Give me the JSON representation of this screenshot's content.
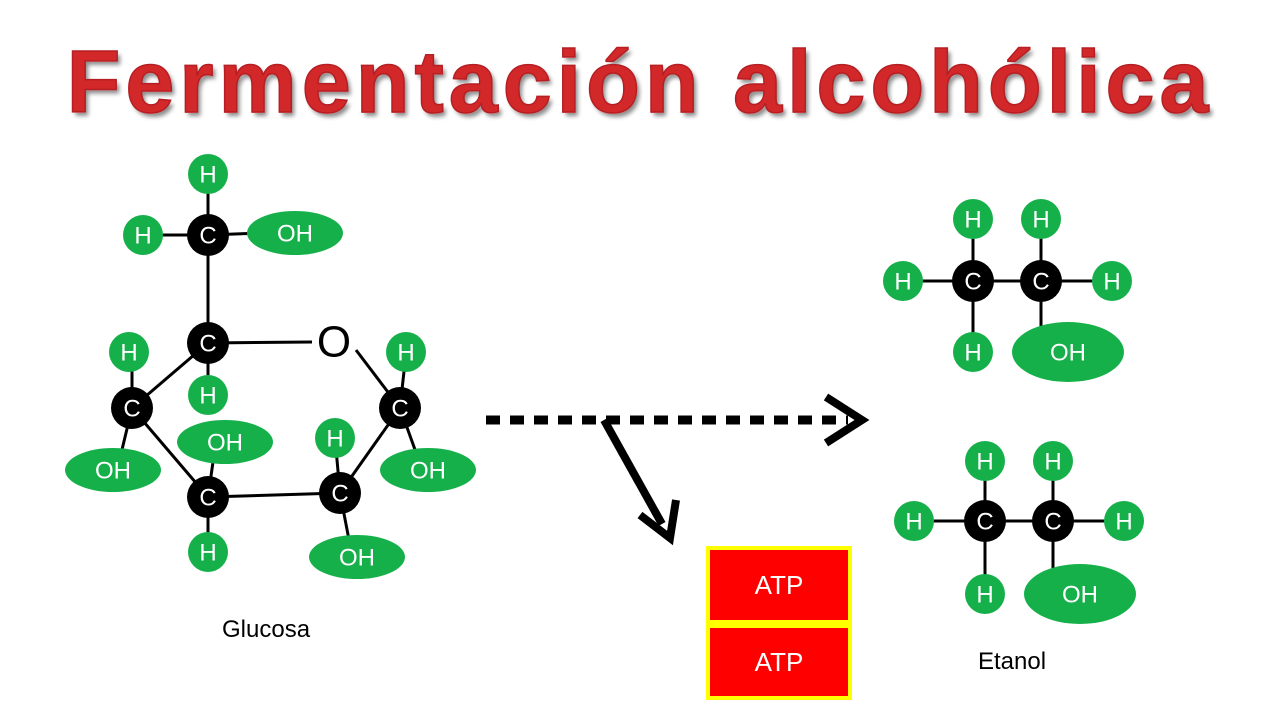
{
  "title": "Fermentación alcohólica",
  "labels": {
    "glucose": "Glucosa",
    "ethanol": "Etanol"
  },
  "atp": [
    "ATP",
    "ATP"
  ],
  "colors": {
    "title": "#d2282a",
    "hydrogen": "#16b04b",
    "carbon": "#000000",
    "atp_fill": "#ff0000",
    "atp_border": "#ffff00"
  },
  "atoms": {
    "carbon": "C",
    "hydrogen": "H",
    "hydroxyl": "OH",
    "oxygen": "O"
  }
}
